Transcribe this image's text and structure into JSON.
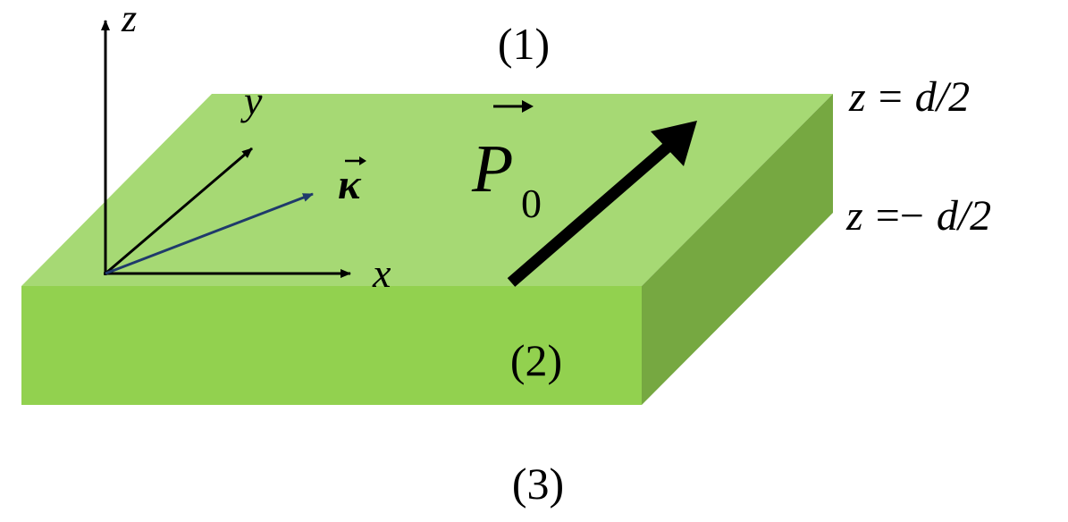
{
  "regions": {
    "top": "(1)",
    "slab": "(2)",
    "bottom": "(3)"
  },
  "axes": {
    "z": "z",
    "y": "y",
    "x": "x",
    "wavevector": "κ",
    "wavevector_arrow_color": "#1f3a6b"
  },
  "polarization": {
    "symbol": "P",
    "subscript": "0"
  },
  "boundaries": {
    "upper": {
      "lhs": "z",
      "eq": "=",
      "rhs": "d/2"
    },
    "lower": {
      "lhs": "z",
      "eq": "=",
      "minus": "−",
      "rhs": "d/2"
    }
  },
  "colors": {
    "slab_top": "#a6d974",
    "slab_front": "#92d14f",
    "slab_side": "#76a841"
  }
}
